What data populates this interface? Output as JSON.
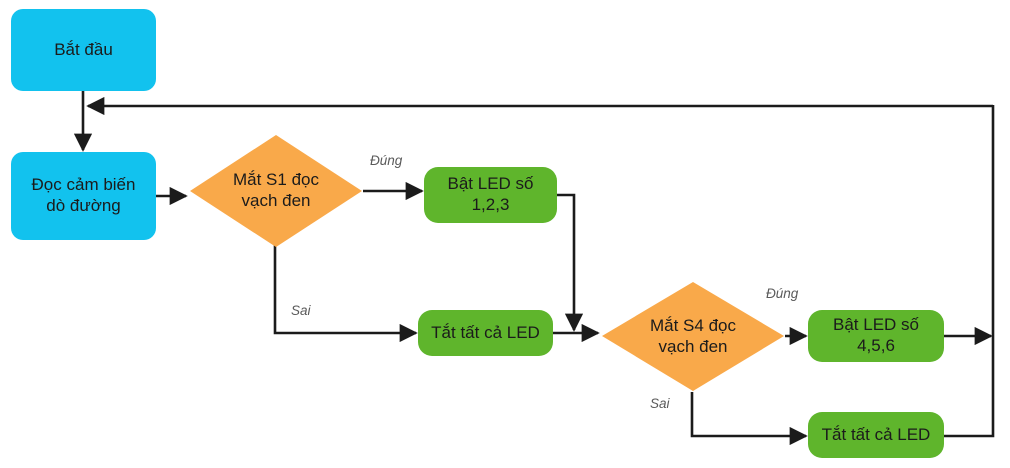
{
  "diagram": {
    "title": "Line-following robot LED control flowchart",
    "colors": {
      "start_fill": "#12c2ee",
      "io_fill": "#12c2ee",
      "decision_fill": "#f9a94a",
      "action_fill": "#5fb52c",
      "line": "#1b1b1b",
      "label_text": "#5a5a5a",
      "node_text": "#1b1b1b",
      "background": "#ffffff"
    },
    "nodes": {
      "start": {
        "label": "Bắt đầu",
        "shape": "rounded-rectangle"
      },
      "read_sensor": {
        "label": "Đọc cảm biến\ndò đường",
        "shape": "rounded-rectangle"
      },
      "decision_s1": {
        "label": "Mắt S1 đọc\nvạch đen",
        "shape": "diamond"
      },
      "led_123": {
        "label": "Bật LED số\n1,2,3",
        "shape": "rounded-rectangle"
      },
      "led_off_1": {
        "label": "Tắt tất cả LED",
        "shape": "rounded-rectangle"
      },
      "decision_s4": {
        "label": "Mắt S4 đọc\nvạch đen",
        "shape": "diamond"
      },
      "led_456": {
        "label": "Bật LED số\n4,5,6",
        "shape": "rounded-rectangle"
      },
      "led_off_2": {
        "label": "Tắt tất cả LED",
        "shape": "rounded-rectangle"
      }
    },
    "edge_labels": {
      "s1_true": "Đúng",
      "s1_false": "Sai",
      "s4_true": "Đúng",
      "s4_false": "Sai"
    }
  }
}
